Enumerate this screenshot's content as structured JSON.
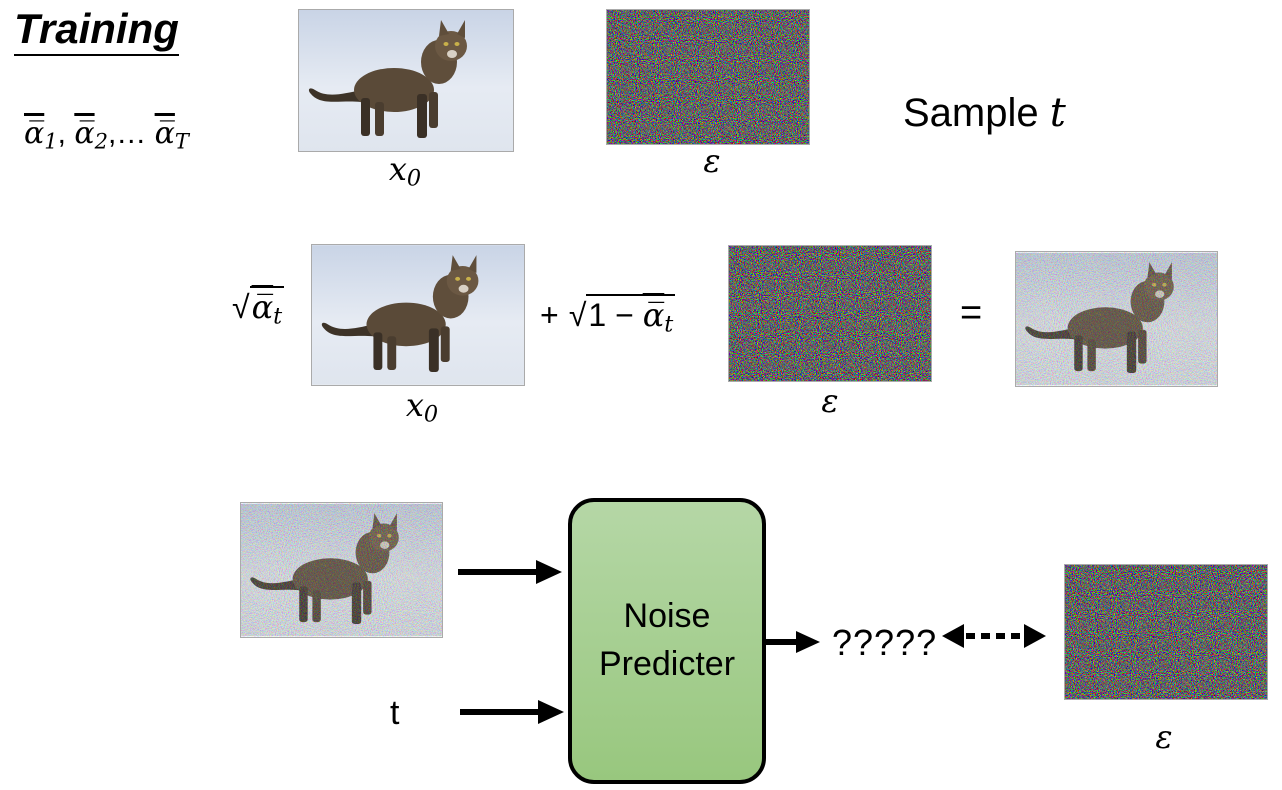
{
  "title": "Training",
  "alpha_sequence": {
    "a1": "α̅",
    "s1": "1",
    "sep1": ", ",
    "a2": "α̅",
    "s2": "2",
    "sep2": ",… ",
    "aT": "α̅",
    "sT": "T"
  },
  "sample_label": "Sample",
  "sample_var": "t",
  "top_row": {
    "x0_label": "x",
    "x0_sub": "0",
    "eps_label": "ε"
  },
  "equation": {
    "sqrt_symbol": "√",
    "alpha_bar": "α̅",
    "alpha_sub": "t",
    "plus": "+",
    "one_minus": "1 − ",
    "equals": "=",
    "x0_label": "x",
    "x0_sub": "0",
    "eps_label": "ε"
  },
  "predictor": {
    "box_line1": "Noise",
    "box_line2": "Predicter",
    "t_input": "t",
    "output": "?????",
    "eps_label": "ε"
  },
  "colors": {
    "box_fill_top": "#b5d7a6",
    "box_fill_bottom": "#98c77e",
    "arrow": "#000000"
  }
}
